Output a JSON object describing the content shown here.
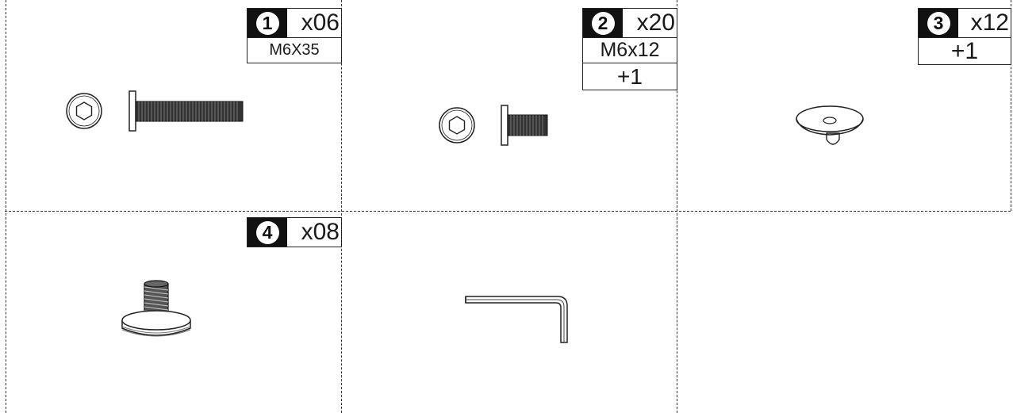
{
  "parts": [
    {
      "number": "1",
      "quantity": "x06",
      "spec": "M6X35",
      "extra": ""
    },
    {
      "number": "2",
      "quantity": "x20",
      "spec": "M6x12",
      "extra": "+1"
    },
    {
      "number": "3",
      "quantity": "x12",
      "spec": "",
      "extra": "+1"
    },
    {
      "number": "4",
      "quantity": "x08",
      "spec": "",
      "extra": ""
    }
  ],
  "icons": {
    "bolt_long": "hex-socket-bolt-icon",
    "bolt_short": "hex-socket-bolt-short-icon",
    "cap": "bolt-cap-icon",
    "glide": "adjustable-glide-icon",
    "wrench": "allen-key-icon"
  },
  "colors": {
    "line": "#333333",
    "badge": "#111111"
  }
}
